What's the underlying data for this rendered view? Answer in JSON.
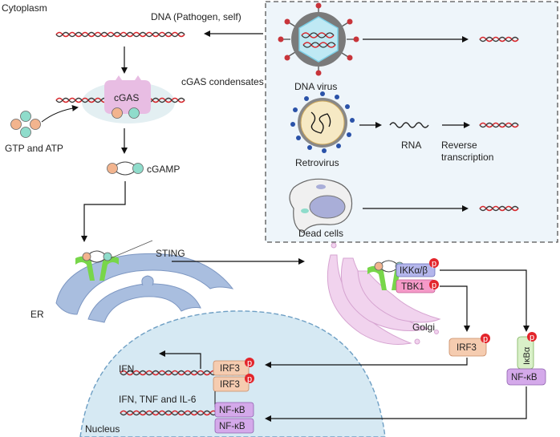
{
  "labels": {
    "cytoplasm": "Cytoplasm",
    "dna_source": "DNA (Pathogen, self)",
    "cgas_condensates": "cGAS condensates",
    "cgas": "cGAS",
    "gtp_atp": "GTP and ATP",
    "cgamp": "cGAMP",
    "dna_virus": "DNA virus",
    "retrovirus": "Retrovirus",
    "rna": "RNA",
    "reverse": "Reverse",
    "transcription": "transcription",
    "dead_cells": "Dead cells",
    "sting": "STING",
    "er": "ER",
    "golgi": "Golgi",
    "nucleus": "Nucleus",
    "ifn": "IFN",
    "ifn_tnf_il6": "IFN, TNF and IL-6",
    "ikk": "IKKα/β",
    "tbk1": "TBK1",
    "irf3": "IRF3",
    "ikba": "IκBα",
    "nfkb": "NF-κB",
    "p": "p"
  },
  "colors": {
    "dna_red": "#d6262b",
    "dna_dark": "#3a3a3a",
    "cgas_pink": "#e8bde3",
    "sting_green": "#78d64a",
    "er_blue": "#a9bedf",
    "golgi_pink": "#f1d3ee",
    "nucleus_fill": "#d6e9f3",
    "box_bg": "#eef5fa",
    "ikk_fill": "#b4b6ec",
    "tbk1_fill": "#f59ac8",
    "irf3_fill": "#f5ccb0",
    "ikba_fill": "#d9f0c8",
    "nfkb_fill": "#d4a9ea",
    "phospho_red": "#e3252b",
    "gtp_orange": "#f2b48e",
    "atp_teal": "#8fdccb"
  }
}
